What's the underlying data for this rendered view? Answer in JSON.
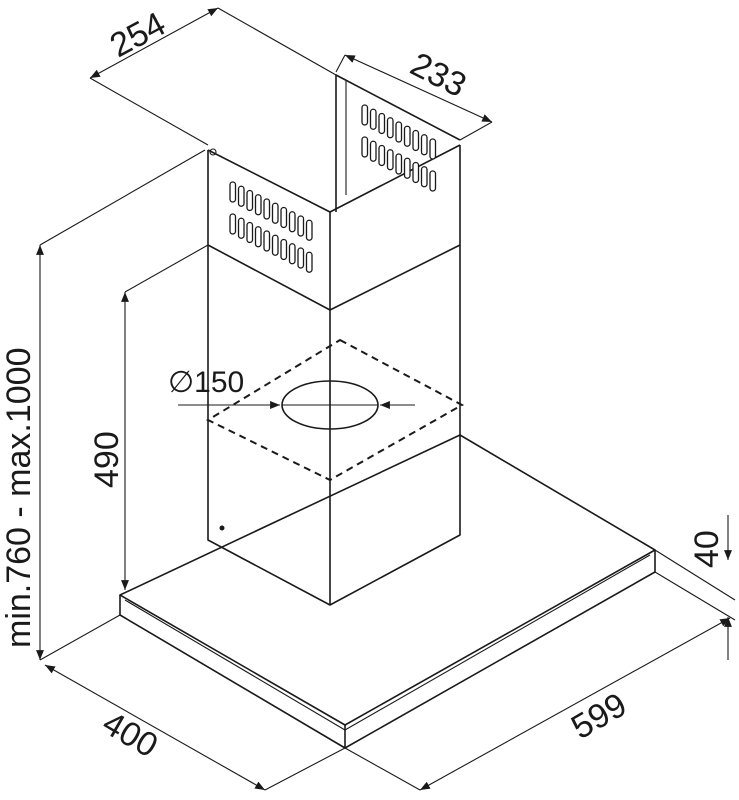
{
  "diagram": {
    "dimensions": {
      "chimney_width": "254",
      "chimney_depth": "233",
      "total_height": "min.760 - max.1000",
      "lower_chimney_height": "490",
      "outlet_diameter": "∅150",
      "canopy_thickness": "40",
      "canopy_width": "599",
      "canopy_depth": "400"
    },
    "line_color": "#1a1a1a"
  }
}
